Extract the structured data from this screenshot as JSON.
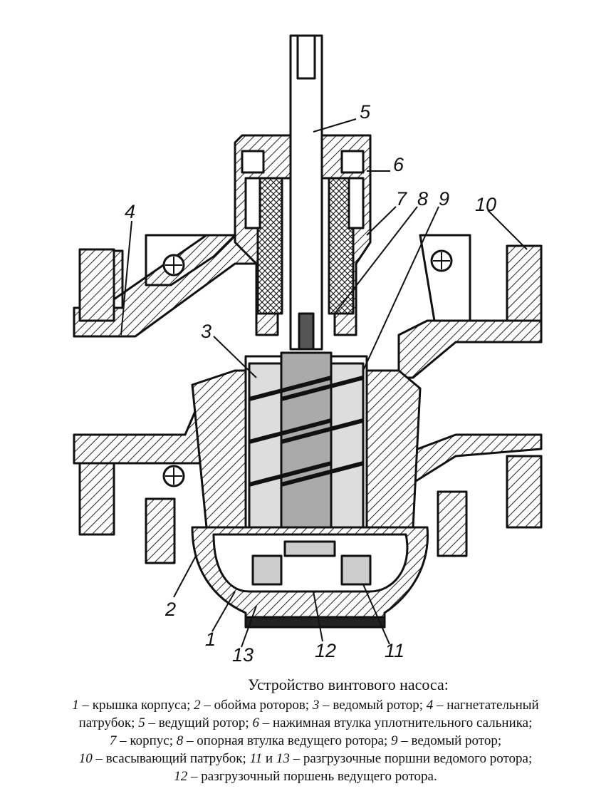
{
  "figure": {
    "callouts": {
      "c1": "1",
      "c2": "2",
      "c3": "3",
      "c4": "4",
      "c5": "5",
      "c6": "6",
      "c7": "7",
      "c8": "8",
      "c9": "9",
      "c10": "10",
      "c11": "11",
      "c12": "12",
      "c13": "13"
    }
  },
  "caption": {
    "title": "Устройство винтового насоса:",
    "lines": [
      [
        [
          "1",
          " – крышка корпуса; "
        ],
        [
          "2",
          " – обойма роторов; "
        ],
        [
          "3",
          " – ведомый ротор; "
        ],
        [
          "4",
          " – нагнетательный"
        ]
      ],
      [
        [
          "",
          "патрубок; "
        ],
        [
          "5",
          " – ведущий ротор; "
        ],
        [
          "6",
          " – нажимная втулка уплотнительного сальника;"
        ]
      ],
      [
        [
          "7",
          " – корпус; "
        ],
        [
          "8",
          " – опорная втулка ведущего ротора; "
        ],
        [
          "9",
          " – ведомый ротор;"
        ]
      ],
      [
        [
          "10",
          " – всасывающий патрубок; "
        ],
        [
          "11",
          " и "
        ],
        [
          "13",
          " – разгрузочные поршни ведомого ротора;"
        ]
      ],
      [
        [
          "12",
          " – разгрузочный поршень ведущего ротора."
        ]
      ]
    ]
  }
}
